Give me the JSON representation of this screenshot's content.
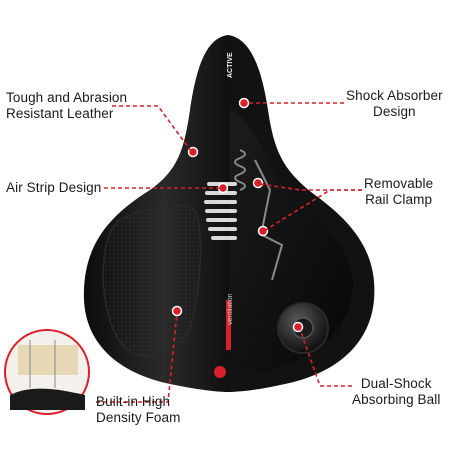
{
  "callouts": {
    "tough": [
      "Tough and Abrasion",
      "Resistant Leather"
    ],
    "shock": [
      "Shock Absorber",
      "Design"
    ],
    "air": [
      "Air Strip Design"
    ],
    "rail": [
      "Removable",
      "Rail Clamp"
    ],
    "foam": [
      "Built-in High",
      "Density Foam"
    ],
    "ball": [
      "Dual-Shock",
      "Absorbing Ball"
    ]
  },
  "embossed": {
    "brand": "ACTIVE",
    "ventilation": "ventilation"
  },
  "colors": {
    "accent": "#d8202a",
    "leather": "#151515",
    "highlight": "#3a3a3a",
    "background": "#ffffff"
  }
}
